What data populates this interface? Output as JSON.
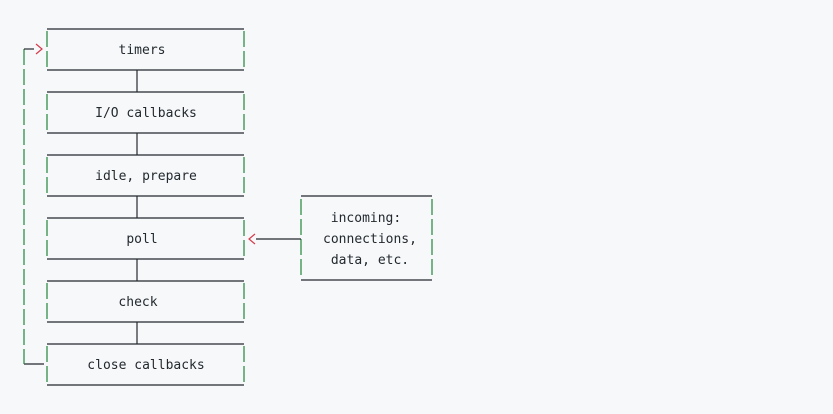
{
  "colors": {
    "background": "#f6f8fa",
    "box_top_bottom": "#24292e",
    "box_side": "#22863a",
    "connector": "#24292e",
    "loop_line": "#22863a",
    "arrow": "#d73a49",
    "text": "#24292e"
  },
  "phases": [
    {
      "id": "timers",
      "label": "timers"
    },
    {
      "id": "io-callbacks",
      "label": "I/O callbacks"
    },
    {
      "id": "idle-prepare",
      "label": "idle, prepare"
    },
    {
      "id": "poll",
      "label": "poll"
    },
    {
      "id": "check",
      "label": "check"
    },
    {
      "id": "close-callbacks",
      "label": "close callbacks"
    }
  ],
  "incoming": {
    "lines": [
      "incoming:",
      "connections,",
      "data, etc."
    ]
  }
}
